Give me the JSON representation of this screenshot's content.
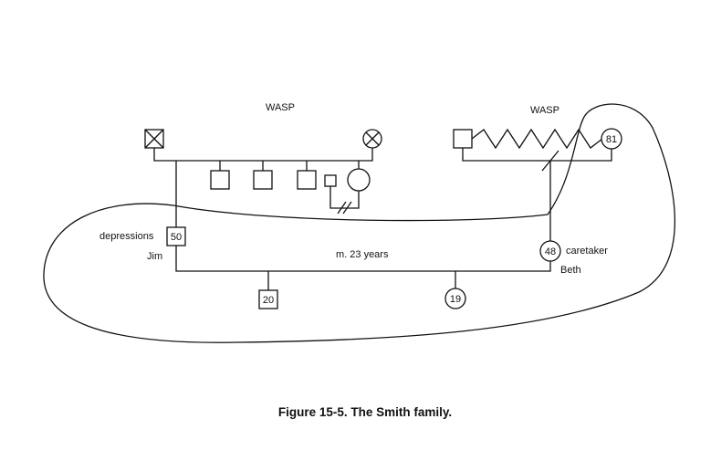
{
  "diagram": {
    "group_labels": [
      "WASP",
      "WASP"
    ],
    "ages": {
      "grandmother": "81",
      "jim": "50",
      "beth": "48",
      "son": "20",
      "daughter": "19"
    },
    "notes": {
      "jim_trait": "depressions",
      "jim_name": "Jim",
      "marriage": "m. 23 years",
      "beth_trait": "caretaker",
      "beth_name": "Beth"
    },
    "caption": "Figure 15-5. The Smith family."
  }
}
